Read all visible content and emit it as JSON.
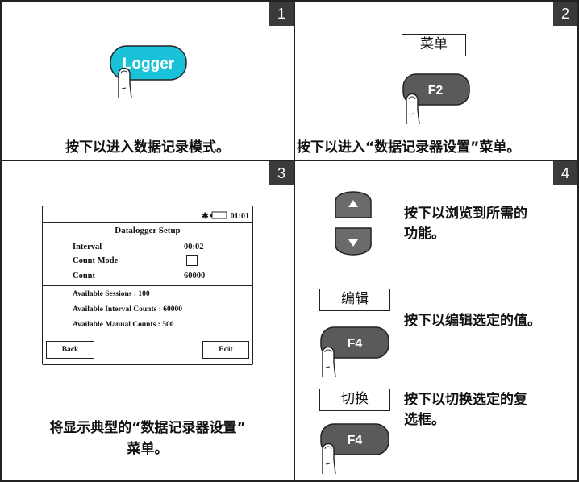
{
  "panels": [
    {
      "number": "1",
      "key_label": "Logger",
      "caption": "按下以进入数据记录模式。"
    },
    {
      "number": "2",
      "menu_label": "菜单",
      "key_label": "F2",
      "caption": "按下以进入“数据记录器设置”菜单。"
    },
    {
      "number": "3",
      "caption_line1": "将显示典型的“数据记录器设置”",
      "caption_line2": "菜单。",
      "screen": {
        "status_time": "01:01",
        "title": "Datalogger Setup",
        "rows": [
          {
            "label": "Interval",
            "value": "00:02"
          },
          {
            "label": "Count Mode",
            "value": ""
          },
          {
            "label": "Count",
            "value": "60000"
          }
        ],
        "info": [
          "Available Sessions : 100",
          "Available Interval Counts : 60000",
          "Available Manual Counts : 500"
        ],
        "back_label": "Back",
        "edit_label": "Edit"
      }
    },
    {
      "number": "4",
      "nav_desc_line1": "按下以浏览到所需的",
      "nav_desc_line2": "功能。",
      "edit_label": "编辑",
      "edit_key": "F4",
      "edit_desc": "按下以编辑选定的值。",
      "toggle_label": "切换",
      "toggle_key": "F4",
      "toggle_desc_line1": "按下以切换选定的复",
      "toggle_desc_line2": "选框。"
    }
  ],
  "colors": {
    "badge": "#3a3a3a",
    "logger_key": "#19c2d8",
    "fkey": "#5a5a5a",
    "nav_key": "#6a6a6a"
  }
}
